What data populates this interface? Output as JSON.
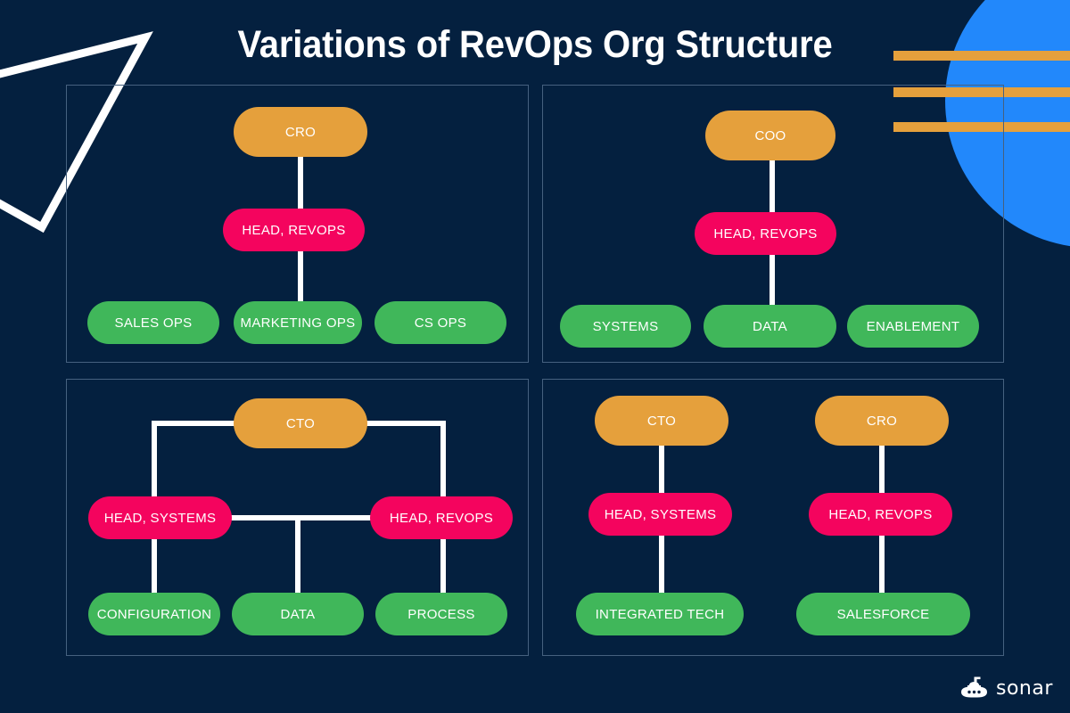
{
  "title": "Variations of RevOps Org Structure",
  "brand": {
    "wordmark": "sonar",
    "icon": "submarine-icon"
  },
  "colors": {
    "background": "#04203f",
    "panel_border": "#46617f",
    "executive": "#e5a03c",
    "head": "#f4045e",
    "function": "#40b75a",
    "connector": "#ffffff",
    "accent_blue": "#2288fb",
    "accent_orange": "#e5a03c",
    "text": "#ffffff"
  },
  "decorations": {
    "triangle": "triangle-outline-shape",
    "circle": "blue-circle-shape",
    "bars": [
      "orange-bar-1",
      "orange-bar-2",
      "orange-bar-3"
    ]
  },
  "panels": [
    {
      "id": "variation-1",
      "nodes": {
        "exec": "CRO",
        "head": "HEAD, REVOPS",
        "leaves": [
          "SALES OPS",
          "MARKETING OPS",
          "CS OPS"
        ]
      }
    },
    {
      "id": "variation-2",
      "nodes": {
        "exec": "COO",
        "head": "HEAD, REVOPS",
        "leaves": [
          "SYSTEMS",
          "DATA",
          "ENABLEMENT"
        ]
      }
    },
    {
      "id": "variation-3",
      "nodes": {
        "exec": "CTO",
        "heads": [
          "HEAD, SYSTEMS",
          "HEAD, REVOPS"
        ],
        "leaves": [
          "CONFIGURATION",
          "DATA",
          "PROCESS"
        ]
      }
    },
    {
      "id": "variation-4",
      "nodes": {
        "execs": [
          "CTO",
          "CRO"
        ],
        "heads": [
          "HEAD, SYSTEMS",
          "HEAD, REVOPS"
        ],
        "leaves": [
          "INTEGRATED TECH",
          "SALESFORCE"
        ]
      }
    }
  ]
}
